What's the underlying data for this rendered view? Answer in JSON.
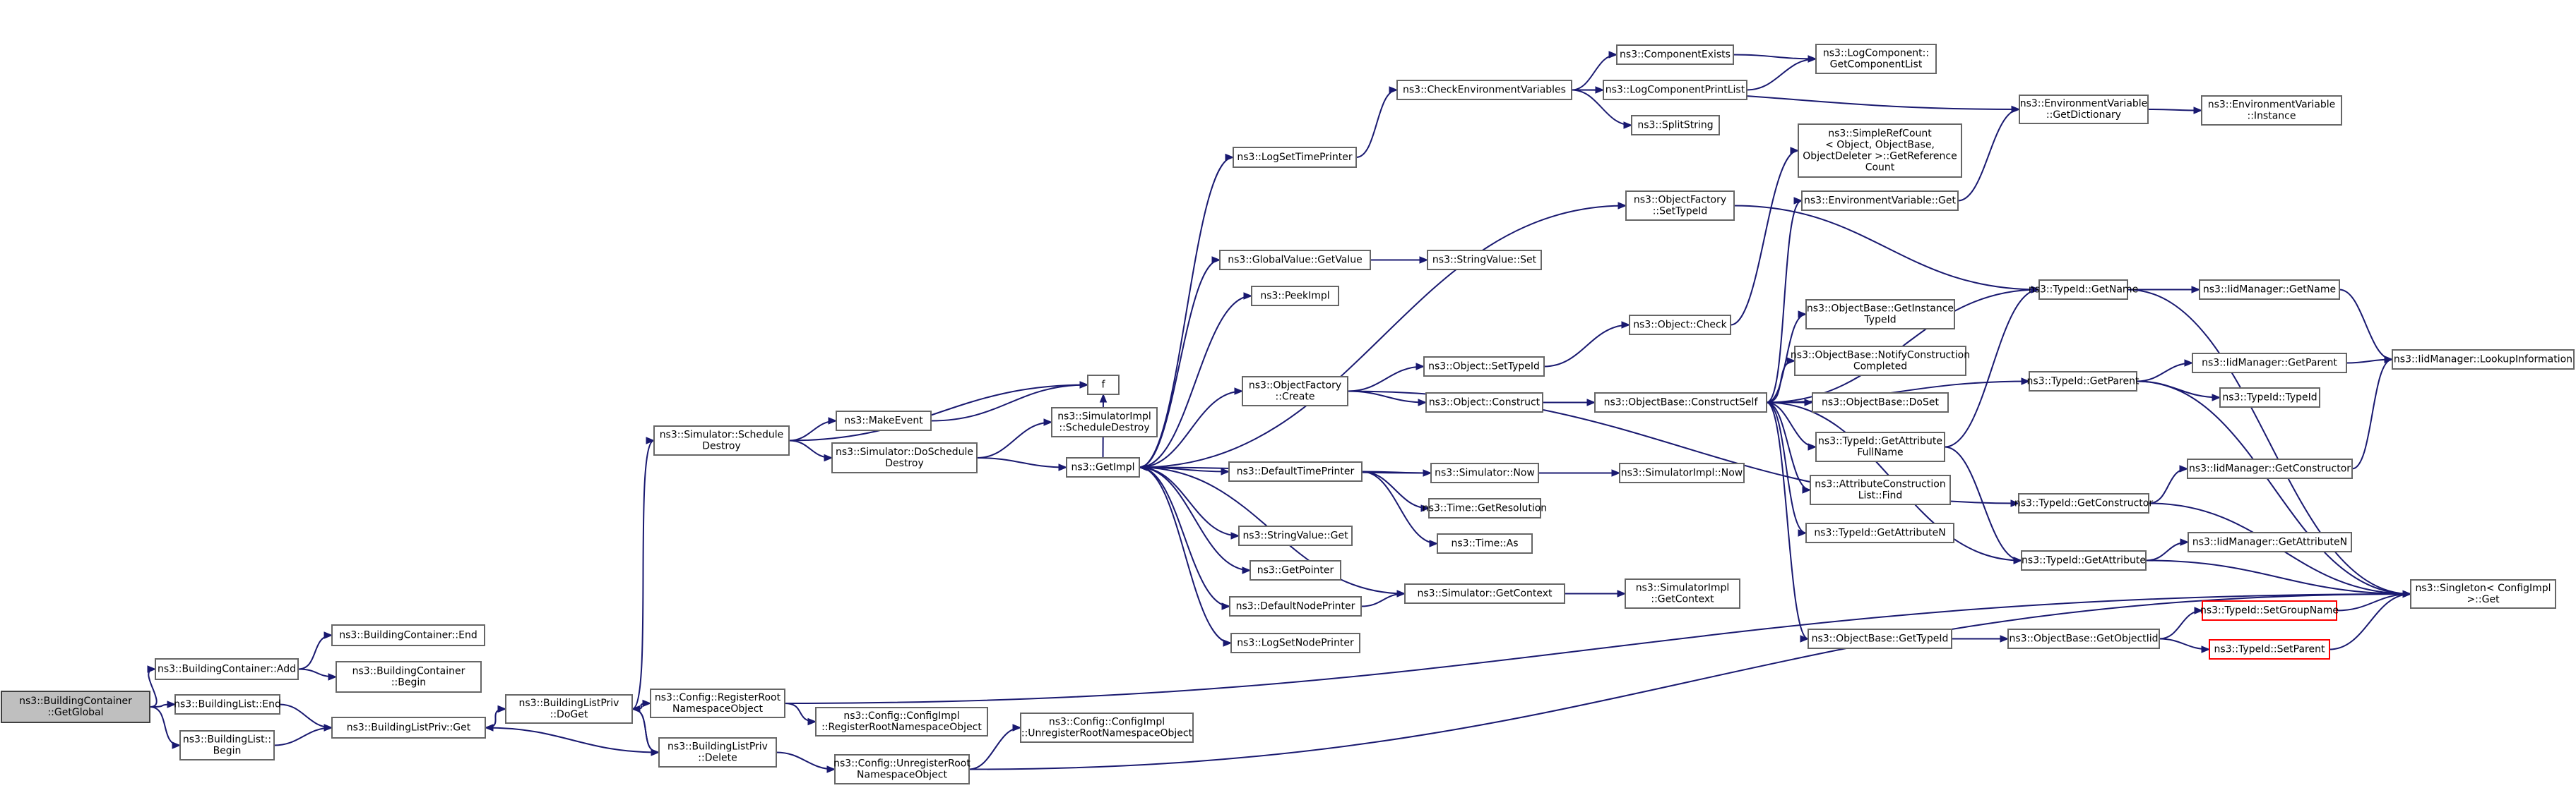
{
  "nodes": [
    {
      "id": "root",
      "lines": [
        "ns3::BuildingContainer",
        "::GetGlobal"
      ],
      "root": true
    },
    {
      "id": "bcadd",
      "lines": [
        "ns3::BuildingContainer::Add"
      ]
    },
    {
      "id": "blend",
      "lines": [
        "ns3::BuildingList::End"
      ]
    },
    {
      "id": "blbegin",
      "lines": [
        "ns3::BuildingList::",
        "Begin"
      ]
    },
    {
      "id": "bcend",
      "lines": [
        "ns3::BuildingContainer::End"
      ]
    },
    {
      "id": "bcbegin",
      "lines": [
        "ns3::BuildingContainer",
        "::Begin"
      ]
    },
    {
      "id": "blpget",
      "lines": [
        "ns3::BuildingListPriv::Get"
      ]
    },
    {
      "id": "doget",
      "lines": [
        "ns3::BuildingListPriv",
        "::DoGet"
      ]
    },
    {
      "id": "regroot",
      "lines": [
        "ns3::Config::RegisterRoot",
        "NamespaceObject"
      ]
    },
    {
      "id": "blpdel",
      "lines": [
        "ns3::BuildingListPriv",
        "::Delete"
      ]
    },
    {
      "id": "cfgreg",
      "lines": [
        "ns3::Config::ConfigImpl",
        "::RegisterRootNamespaceObject"
      ]
    },
    {
      "id": "unreg",
      "lines": [
        "ns3::Config::UnregisterRoot",
        "NamespaceObject"
      ]
    },
    {
      "id": "cfgunreg",
      "lines": [
        "ns3::Config::ConfigImpl",
        "::UnregisterRootNamespaceObject"
      ]
    },
    {
      "id": "sched",
      "lines": [
        "ns3::Simulator::Schedule",
        "Destroy"
      ]
    },
    {
      "id": "makeev",
      "lines": [
        "ns3::MakeEvent"
      ]
    },
    {
      "id": "f",
      "lines": [
        "f"
      ]
    },
    {
      "id": "dosched",
      "lines": [
        "ns3::Simulator::DoSchedule",
        "Destroy"
      ]
    },
    {
      "id": "simimpsd",
      "lines": [
        "ns3::SimulatorImpl",
        "::ScheduleDestroy"
      ]
    },
    {
      "id": "getimpl",
      "lines": [
        "ns3::GetImpl"
      ]
    },
    {
      "id": "logtime",
      "lines": [
        "ns3::LogSetTimePrinter"
      ]
    },
    {
      "id": "gvget",
      "lines": [
        "ns3::GlobalValue::GetValue"
      ]
    },
    {
      "id": "peek",
      "lines": [
        "ns3::PeekImpl"
      ]
    },
    {
      "id": "ofcreate",
      "lines": [
        "ns3::ObjectFactory",
        "::Create"
      ]
    },
    {
      "id": "deftime",
      "lines": [
        "ns3::DefaultTimePrinter"
      ]
    },
    {
      "id": "svget",
      "lines": [
        "ns3::StringValue::Get"
      ]
    },
    {
      "id": "getptr",
      "lines": [
        "ns3::GetPointer"
      ]
    },
    {
      "id": "defnode",
      "lines": [
        "ns3::DefaultNodePrinter"
      ]
    },
    {
      "id": "lognode",
      "lines": [
        "ns3::LogSetNodePrinter"
      ]
    },
    {
      "id": "checkenv",
      "lines": [
        "ns3::CheckEnvironmentVariables"
      ]
    },
    {
      "id": "svset",
      "lines": [
        "ns3::StringValue::Set"
      ]
    },
    {
      "id": "objsettid",
      "lines": [
        "ns3::Object::SetTypeId"
      ]
    },
    {
      "id": "objcons",
      "lines": [
        "ns3::Object::Construct"
      ]
    },
    {
      "id": "simnow",
      "lines": [
        "ns3::Simulator::Now"
      ]
    },
    {
      "id": "timeres",
      "lines": [
        "ns3::Time::GetResolution"
      ]
    },
    {
      "id": "timeas",
      "lines": [
        "ns3::Time::As"
      ]
    },
    {
      "id": "simgetctx",
      "lines": [
        "ns3::Simulator::GetContext"
      ]
    },
    {
      "id": "compexists",
      "lines": [
        "ns3::ComponentExists"
      ]
    },
    {
      "id": "logcomplist",
      "lines": [
        "ns3::LogComponentPrintList"
      ]
    },
    {
      "id": "split",
      "lines": [
        "ns3::SplitString"
      ]
    },
    {
      "id": "ofsettid",
      "lines": [
        "ns3::ObjectFactory",
        "::SetTypeId"
      ]
    },
    {
      "id": "objcheck",
      "lines": [
        "ns3::Object::Check"
      ]
    },
    {
      "id": "obconstruct",
      "lines": [
        "ns3::ObjectBase::ConstructSelf"
      ]
    },
    {
      "id": "simimpnow",
      "lines": [
        "ns3::SimulatorImpl::Now"
      ]
    },
    {
      "id": "simimpctx",
      "lines": [
        "ns3::SimulatorImpl",
        "::GetContext"
      ]
    },
    {
      "id": "getcomplist",
      "lines": [
        "ns3::LogComponent::",
        "GetComponentList"
      ]
    },
    {
      "id": "simpleref",
      "lines": [
        "ns3::SimpleRefCount",
        "< Object, ObjectBase,",
        "ObjectDeleter >::GetReference",
        "Count"
      ]
    },
    {
      "id": "envget",
      "lines": [
        "ns3::EnvironmentVariable::Get"
      ]
    },
    {
      "id": "obinst",
      "lines": [
        "ns3::ObjectBase::GetInstance",
        "TypeId"
      ]
    },
    {
      "id": "obnotify",
      "lines": [
        "ns3::ObjectBase::NotifyConstruction",
        "Completed"
      ]
    },
    {
      "id": "obdoset",
      "lines": [
        "ns3::ObjectBase::DoSet"
      ]
    },
    {
      "id": "tidattrfull",
      "lines": [
        "ns3::TypeId::GetAttribute",
        "FullName"
      ]
    },
    {
      "id": "acfind",
      "lines": [
        "ns3::AttributeConstruction",
        "List::Find"
      ]
    },
    {
      "id": "tidattrn",
      "lines": [
        "ns3::TypeId::GetAttributeN"
      ]
    },
    {
      "id": "obgettid",
      "lines": [
        "ns3::ObjectBase::GetTypeId"
      ]
    },
    {
      "id": "envdict",
      "lines": [
        "ns3::EnvironmentVariable",
        "::GetDictionary"
      ]
    },
    {
      "id": "envinst",
      "lines": [
        "ns3::EnvironmentVariable",
        "::Instance"
      ]
    },
    {
      "id": "tidname",
      "lines": [
        "ns3::TypeId::GetName"
      ]
    },
    {
      "id": "tidparent",
      "lines": [
        "ns3::TypeId::GetParent"
      ]
    },
    {
      "id": "tidcons",
      "lines": [
        "ns3::TypeId::GetConstructor"
      ]
    },
    {
      "id": "tidattr",
      "lines": [
        "ns3::TypeId::GetAttribute"
      ]
    },
    {
      "id": "obgetoid",
      "lines": [
        "ns3::ObjectBase::GetObjectIid"
      ]
    },
    {
      "id": "iidname",
      "lines": [
        "ns3::IidManager::GetName"
      ]
    },
    {
      "id": "iidparent",
      "lines": [
        "ns3::IidManager::GetParent"
      ]
    },
    {
      "id": "tidtid",
      "lines": [
        "ns3::TypeId::TypeId"
      ]
    },
    {
      "id": "iidcons",
      "lines": [
        "ns3::IidManager::GetConstructor"
      ]
    },
    {
      "id": "iidattrn",
      "lines": [
        "ns3::IidManager::GetAttributeN"
      ]
    },
    {
      "id": "setgroup",
      "lines": [
        "ns3::TypeId::SetGroupName"
      ],
      "trunc": true
    },
    {
      "id": "setparent",
      "lines": [
        "ns3::TypeId::SetParent"
      ],
      "trunc": true
    },
    {
      "id": "iidlookup",
      "lines": [
        "ns3::IidManager::LookupInformation"
      ]
    },
    {
      "id": "singleton",
      "lines": [
        "ns3::Singleton< ConfigImpl",
        ">::Get"
      ]
    }
  ],
  "edges": [
    [
      "root",
      "bcadd"
    ],
    [
      "root",
      "blend"
    ],
    [
      "root",
      "blbegin"
    ],
    [
      "bcadd",
      "bcend"
    ],
    [
      "bcadd",
      "bcbegin"
    ],
    [
      "blend",
      "blpget"
    ],
    [
      "blbegin",
      "blpget"
    ],
    [
      "blpget",
      "doget"
    ],
    [
      "doget",
      "sched"
    ],
    [
      "doget",
      "regroot"
    ],
    [
      "doget",
      "blpdel"
    ],
    [
      "blpdel",
      "blpget"
    ],
    [
      "blpdel",
      "unreg"
    ],
    [
      "blpdel",
      "doget"
    ],
    [
      "regroot",
      "cfgreg"
    ],
    [
      "regroot",
      "singleton"
    ],
    [
      "unreg",
      "cfgunreg"
    ],
    [
      "unreg",
      "singleton"
    ],
    [
      "sched",
      "makeev"
    ],
    [
      "sched",
      "f"
    ],
    [
      "sched",
      "dosched"
    ],
    [
      "makeev",
      "f"
    ],
    [
      "dosched",
      "simimpsd"
    ],
    [
      "dosched",
      "getimpl"
    ],
    [
      "getimpl",
      "logtime"
    ],
    [
      "getimpl",
      "gvget"
    ],
    [
      "getimpl",
      "peek"
    ],
    [
      "getimpl",
      "ofcreate"
    ],
    [
      "getimpl",
      "deftime"
    ],
    [
      "getimpl",
      "svget"
    ],
    [
      "getimpl",
      "getptr"
    ],
    [
      "getimpl",
      "defnode"
    ],
    [
      "getimpl",
      "lognode"
    ],
    [
      "getimpl",
      "f"
    ],
    [
      "getimpl",
      "ofsettid"
    ],
    [
      "logtime",
      "checkenv"
    ],
    [
      "checkenv",
      "compexists"
    ],
    [
      "checkenv",
      "logcomplist"
    ],
    [
      "checkenv",
      "split"
    ],
    [
      "checkenv",
      "envdict"
    ],
    [
      "compexists",
      "getcomplist"
    ],
    [
      "logcomplist",
      "getcomplist"
    ],
    [
      "gvget",
      "svset"
    ],
    [
      "ofcreate",
      "objsettid"
    ],
    [
      "ofcreate",
      "objcons"
    ],
    [
      "ofcreate",
      "tidcons"
    ],
    [
      "objsettid",
      "objcheck"
    ],
    [
      "objcheck",
      "simpleref"
    ],
    [
      "objcons",
      "obconstruct"
    ],
    [
      "deftime",
      "simnow"
    ],
    [
      "deftime",
      "timeres"
    ],
    [
      "deftime",
      "timeas"
    ],
    [
      "simnow",
      "simimpnow"
    ],
    [
      "simnow",
      "getimpl"
    ],
    [
      "defnode",
      "simgetctx"
    ],
    [
      "simgetctx",
      "simimpctx"
    ],
    [
      "simgetctx",
      "getimpl"
    ],
    [
      "ofsettid",
      "tidname"
    ],
    [
      "obconstruct",
      "envget"
    ],
    [
      "obconstruct",
      "obinst"
    ],
    [
      "obconstruct",
      "obnotify"
    ],
    [
      "obconstruct",
      "obdoset"
    ],
    [
      "obconstruct",
      "tidattrfull"
    ],
    [
      "obconstruct",
      "acfind"
    ],
    [
      "obconstruct",
      "tidattrn"
    ],
    [
      "obconstruct",
      "obgettid"
    ],
    [
      "obconstruct",
      "tidname"
    ],
    [
      "obconstruct",
      "tidparent"
    ],
    [
      "obconstruct",
      "tidattr"
    ],
    [
      "envget",
      "envdict"
    ],
    [
      "envdict",
      "envinst"
    ],
    [
      "tidattrfull",
      "tidname"
    ],
    [
      "tidattrfull",
      "tidattr"
    ],
    [
      "obgettid",
      "obgetoid"
    ],
    [
      "obgetoid",
      "setgroup"
    ],
    [
      "obgetoid",
      "setparent"
    ],
    [
      "tidname",
      "iidname"
    ],
    [
      "tidname",
      "singleton"
    ],
    [
      "tidparent",
      "iidparent"
    ],
    [
      "tidparent",
      "tidtid"
    ],
    [
      "tidparent",
      "singleton"
    ],
    [
      "tidcons",
      "iidcons"
    ],
    [
      "tidcons",
      "singleton"
    ],
    [
      "tidattr",
      "iidattrn"
    ],
    [
      "tidattr",
      "singleton"
    ],
    [
      "iidname",
      "iidlookup"
    ],
    [
      "iidparent",
      "iidlookup"
    ],
    [
      "iidcons",
      "iidlookup"
    ],
    [
      "setgroup",
      "singleton"
    ],
    [
      "setparent",
      "singleton"
    ]
  ]
}
